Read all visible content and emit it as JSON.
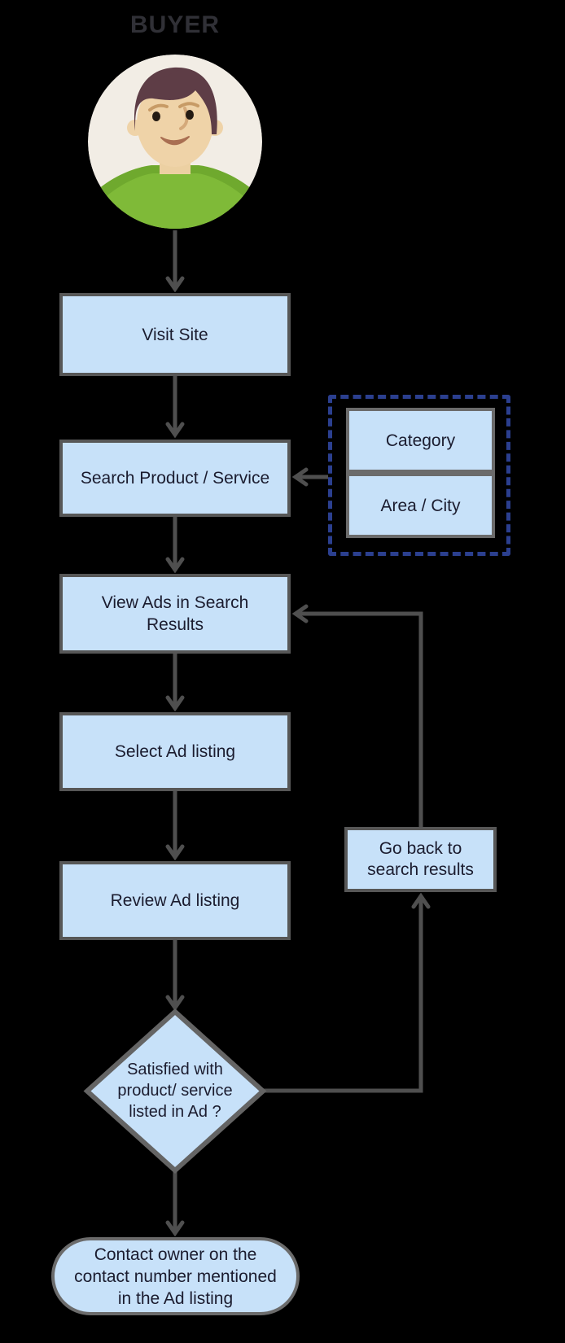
{
  "title": {
    "label": "BUYER"
  },
  "nodes": {
    "visit_site": {
      "type": "process",
      "label": "Visit Site"
    },
    "search_product_service": {
      "type": "process",
      "label": "Search Product / Service"
    },
    "search_inputs": {
      "category": {
        "type": "process",
        "label": "Category"
      },
      "area_city": {
        "type": "process",
        "label": "Area / City"
      }
    },
    "view_ads": {
      "type": "process",
      "label": "View Ads in Search Results",
      "lines": [
        "View Ads in Search",
        "Results"
      ]
    },
    "select_ad": {
      "type": "process",
      "label": "Select Ad listing"
    },
    "review_ad": {
      "type": "process",
      "label": "Review Ad listing"
    },
    "go_back": {
      "type": "process",
      "label": "Go back to search results",
      "lines": [
        "Go back to",
        "search results"
      ]
    },
    "decision": {
      "type": "decision",
      "label": "Satisfied with product/ service listed in Ad ?",
      "lines": [
        "Satisfied with",
        "product/ service",
        "listed in Ad ?"
      ]
    },
    "contact_owner": {
      "type": "terminator",
      "label": "Contact owner on the contact number mentioned in the Ad listing",
      "lines": [
        "Contact owner on the",
        "contact number mentioned",
        "in the Ad listing"
      ]
    }
  },
  "edges": [
    {
      "from": "buyer-avatar",
      "to": "visit_site"
    },
    {
      "from": "visit_site",
      "to": "search_product_service"
    },
    {
      "from": "search_inputs",
      "to": "search_product_service"
    },
    {
      "from": "search_product_service",
      "to": "view_ads"
    },
    {
      "from": "view_ads",
      "to": "select_ad"
    },
    {
      "from": "select_ad",
      "to": "review_ad"
    },
    {
      "from": "review_ad",
      "to": "decision"
    },
    {
      "from": "decision",
      "to": "go_back"
    },
    {
      "from": "go_back",
      "to": "view_ads"
    },
    {
      "from": "decision",
      "to": "contact_owner"
    }
  ],
  "colors": {
    "background": "#000000",
    "node_fill": "#c7e1f9",
    "node_border": "#575757",
    "connector": "#4f4f4f",
    "dashed_group_border": "#2b3f8f",
    "node_text": "#1b1c2f",
    "title_text": "#303036",
    "avatar_bg": "#f2ede5",
    "avatar_skin": "#efd3a8",
    "avatar_hair": "#5e3d46",
    "avatar_shirt": "#7cb636"
  }
}
